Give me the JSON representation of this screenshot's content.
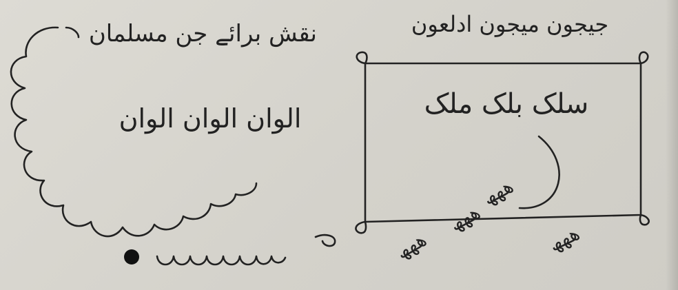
{
  "left_motif": {
    "title": "نقش برائے جن مسلمان",
    "text": "الوان الوان الوان"
  },
  "right_motif": {
    "title": "جیجون میجون ادلعون",
    "text": "سلک بلک ملک",
    "squiggle_marks": [
      "ھھھ",
      "ھھھ",
      "ھھھ",
      "ھھھ"
    ]
  },
  "colors": {
    "paper": "#d8d6cf",
    "ink": "#222222"
  }
}
